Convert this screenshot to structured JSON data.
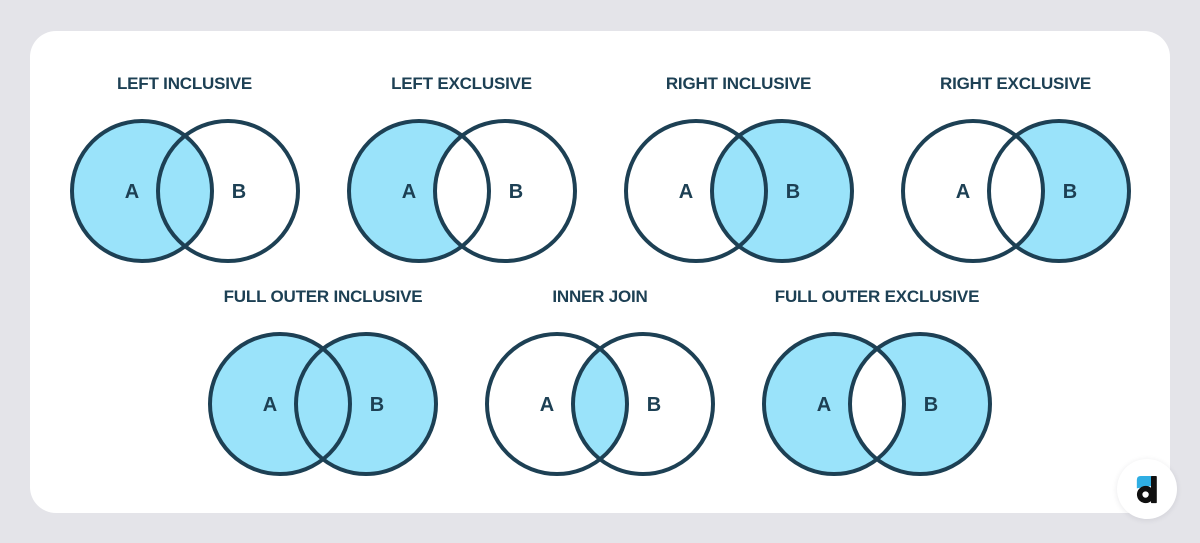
{
  "colors": {
    "background": "#e4e4e9",
    "card": "#ffffff",
    "navy": "#1d4054",
    "fill_blue": "#9ae3fa",
    "circle_white": "#ffffff",
    "logo_blue": "#2faee3",
    "logo_black": "#101010"
  },
  "diagrams": [
    {
      "row": 1,
      "title": "LEFT INCLUSIVE",
      "left_label": "A",
      "right_label": "B",
      "fill_left": true,
      "fill_right": false,
      "fill_intersection": true
    },
    {
      "row": 1,
      "title": "LEFT EXCLUSIVE",
      "left_label": "A",
      "right_label": "B",
      "fill_left": true,
      "fill_right": false,
      "fill_intersection": false
    },
    {
      "row": 1,
      "title": "RIGHT INCLUSIVE",
      "left_label": "A",
      "right_label": "B",
      "fill_left": false,
      "fill_right": true,
      "fill_intersection": true
    },
    {
      "row": 1,
      "title": "RIGHT EXCLUSIVE",
      "left_label": "A",
      "right_label": "B",
      "fill_left": false,
      "fill_right": true,
      "fill_intersection": false
    },
    {
      "row": 2,
      "title": "FULL OUTER INCLUSIVE",
      "left_label": "A",
      "right_label": "B",
      "fill_left": true,
      "fill_right": true,
      "fill_intersection": true
    },
    {
      "row": 2,
      "title": "INNER JOIN",
      "left_label": "A",
      "right_label": "B",
      "fill_left": false,
      "fill_right": false,
      "fill_intersection": true
    },
    {
      "row": 2,
      "title": "FULL OUTER EXCLUSIVE",
      "left_label": "A",
      "right_label": "B",
      "fill_left": true,
      "fill_right": true,
      "fill_intersection": false
    }
  ],
  "logo": {
    "letter": "d"
  }
}
